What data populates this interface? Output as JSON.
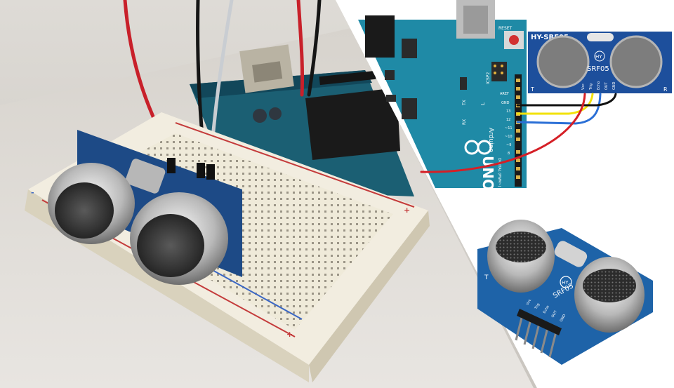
{
  "photo": {
    "breadboard_plus": "+",
    "breadboard_minus": "-"
  },
  "diagram": {
    "sensor_title": "HY-SRF05",
    "sensor_logo": "HY",
    "sensor_model": "SRF05",
    "sensor_t": "T",
    "sensor_r": "R",
    "sensor_pins": [
      "Vcc",
      "Trig",
      "Echo",
      "OUT",
      "GND"
    ],
    "reset_label": "RESET",
    "icsp_label": "ICSP2",
    "tx_label": "TX",
    "rx_label": "RX",
    "l_label": "L",
    "aref_label": "AREF",
    "gnd_label": "GND",
    "pin_13": "13",
    "pin_12": "12",
    "pin_11": "~11",
    "pin_10": "~10",
    "pin_9": "~9",
    "pin_8": "8",
    "arduino_name": "Arduino",
    "uno_name": "UNO",
    "digital_label": "DIGITAL (PWM~)",
    "wire_colors": {
      "vcc": "#d51f26",
      "trig": "#f2e20a",
      "echo": "#2a6fd6",
      "gnd": "#111111"
    }
  },
  "module_photo": {
    "logo": "HY",
    "model": "SRF05",
    "t_label": "T",
    "r_label": "R",
    "pins": [
      "Vcc",
      "Trig",
      "Echo",
      "OUT",
      "GND"
    ]
  },
  "colors": {
    "arduino_teal": "#1f8aa6",
    "sensor_blue": "#1d4f9c",
    "breadboard": "#efe9d8"
  }
}
